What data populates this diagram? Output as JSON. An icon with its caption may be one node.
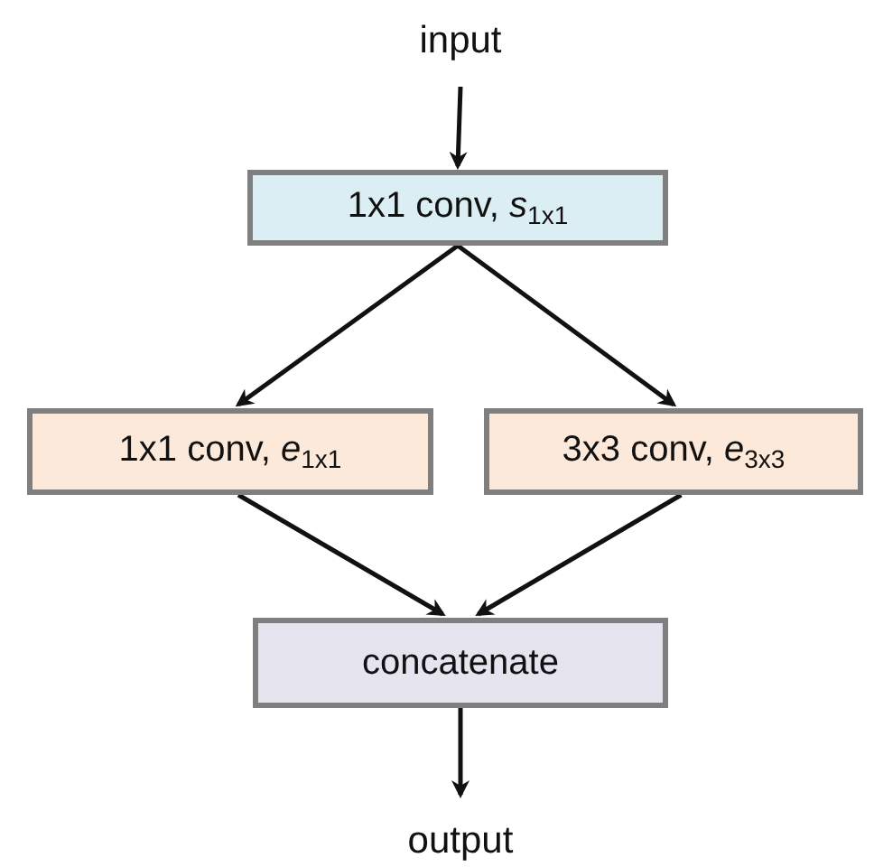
{
  "diagram": {
    "nodes": [
      {
        "text": [
          "input"
        ]
      },
      {
        "text": [
          "1x1 conv, *s*$_{1x1}$"
        ]
      },
      {
        "text": [
          "1x1 conv, *e*$_{1x1}$"
        ]
      },
      {
        "text": [
          "3x3 conv, *e*$_{3x3}$"
        ]
      },
      {
        "text": [
          "concatenate"
        ]
      },
      {
        "text": [
          "output"
        ]
      }
    ],
    "edges": [
      {
        "from": 0,
        "to": 1,
        "arrow": "to"
      },
      {
        "from": 1,
        "to": 2,
        "arrow": "to"
      },
      {
        "from": 1,
        "to": 3,
        "arrow": "to"
      },
      {
        "from": 2,
        "to": 4,
        "arrow": "to"
      },
      {
        "from": 3,
        "to": 4,
        "arrow": "to"
      },
      {
        "from": 4,
        "to": 5,
        "arrow": "to"
      }
    ]
  }
}
